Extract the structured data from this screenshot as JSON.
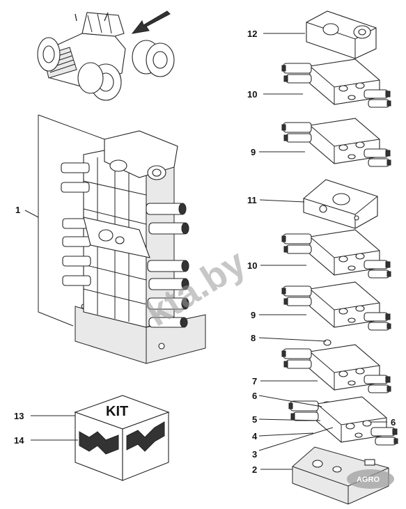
{
  "callouts": {
    "c1": "1",
    "c2": "2",
    "c3": "3",
    "c4": "4",
    "c5": "5",
    "c6a": "6",
    "c6b": "6",
    "c7": "7",
    "c8": "8",
    "c9a": "9",
    "c9b": "9",
    "c10a": "10",
    "c10b": "10",
    "c11": "11",
    "c12": "12",
    "c13": "13",
    "c14": "14"
  },
  "kit_label": "KIT",
  "watermark": "kta.by",
  "corner_logo": "AGRO"
}
